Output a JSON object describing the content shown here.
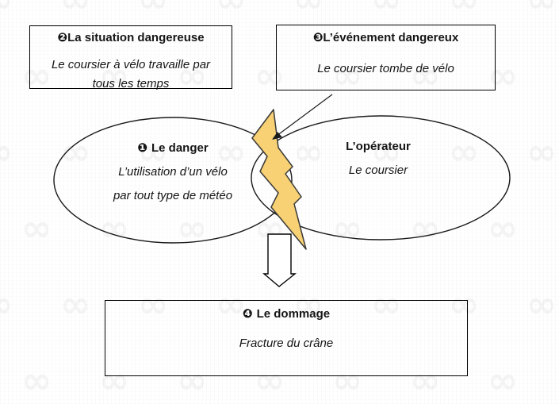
{
  "boxes": {
    "situation": {
      "number": "❷",
      "title": "La situation dangereuse",
      "line1": "Le coursier à vélo travaille par",
      "line2": "tous les temps"
    },
    "event": {
      "number": "❸",
      "title": "L’événement dangereux",
      "line1": "Le coursier tombe de vélo"
    },
    "damage": {
      "number": "❹",
      "title": "Le dommage",
      "line1": "Fracture du crâne"
    }
  },
  "ellipses": {
    "danger": {
      "number": "❶",
      "title": "Le danger",
      "line1": "L’utilisation d’un vélo",
      "line2": "par tout type de météo"
    },
    "operator": {
      "title": "L’opérateur",
      "line1": "Le coursier"
    }
  },
  "colors": {
    "bolt_fill": "#F7D173",
    "bolt_stroke": "#3A3A3A",
    "outline": "#1A1A1A"
  },
  "watermark": {
    "glyph": "∞"
  }
}
